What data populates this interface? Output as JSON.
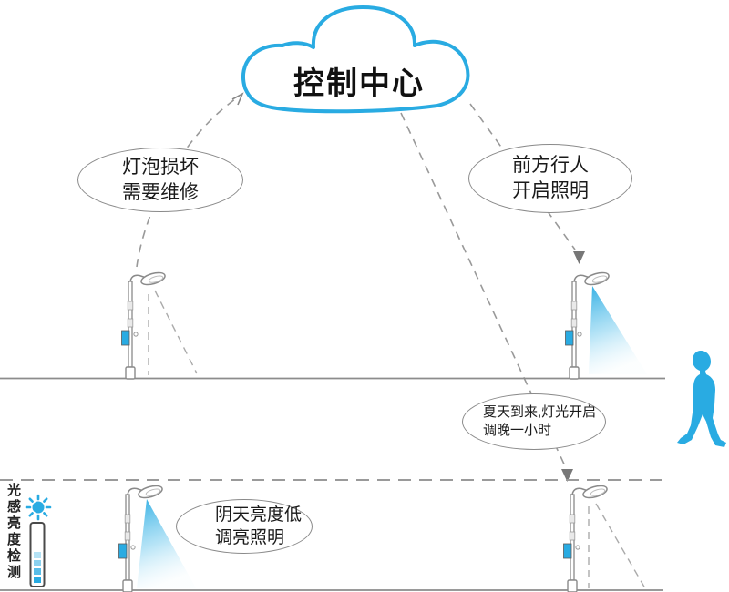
{
  "title": "控制中心",
  "bubbles": {
    "bulb": {
      "line1": "灯泡损坏",
      "line2": "需要维修"
    },
    "pedestrian": {
      "line1": "前方行人",
      "line2": "开启照明"
    },
    "summer": {
      "line1": "夏天到来,灯光开启",
      "line2": "调晚一小时"
    },
    "cloudy": {
      "line1": "阴天亮度低",
      "line2": "调亮照明"
    }
  },
  "sidebar": {
    "label": "光感亮度检测"
  },
  "icons": {
    "cloud": "control-center-cloud",
    "sun": "sun-icon",
    "level_bar": "brightness-level-indicator",
    "lamp": "streetlamp-icon",
    "person": "pedestrian-silhouette"
  },
  "colors": {
    "accent": "#29abe2",
    "beam": "#29abe2",
    "line_gray": "#999999",
    "ground_gray": "#8c8c8c",
    "text": "#1a1a1a"
  }
}
